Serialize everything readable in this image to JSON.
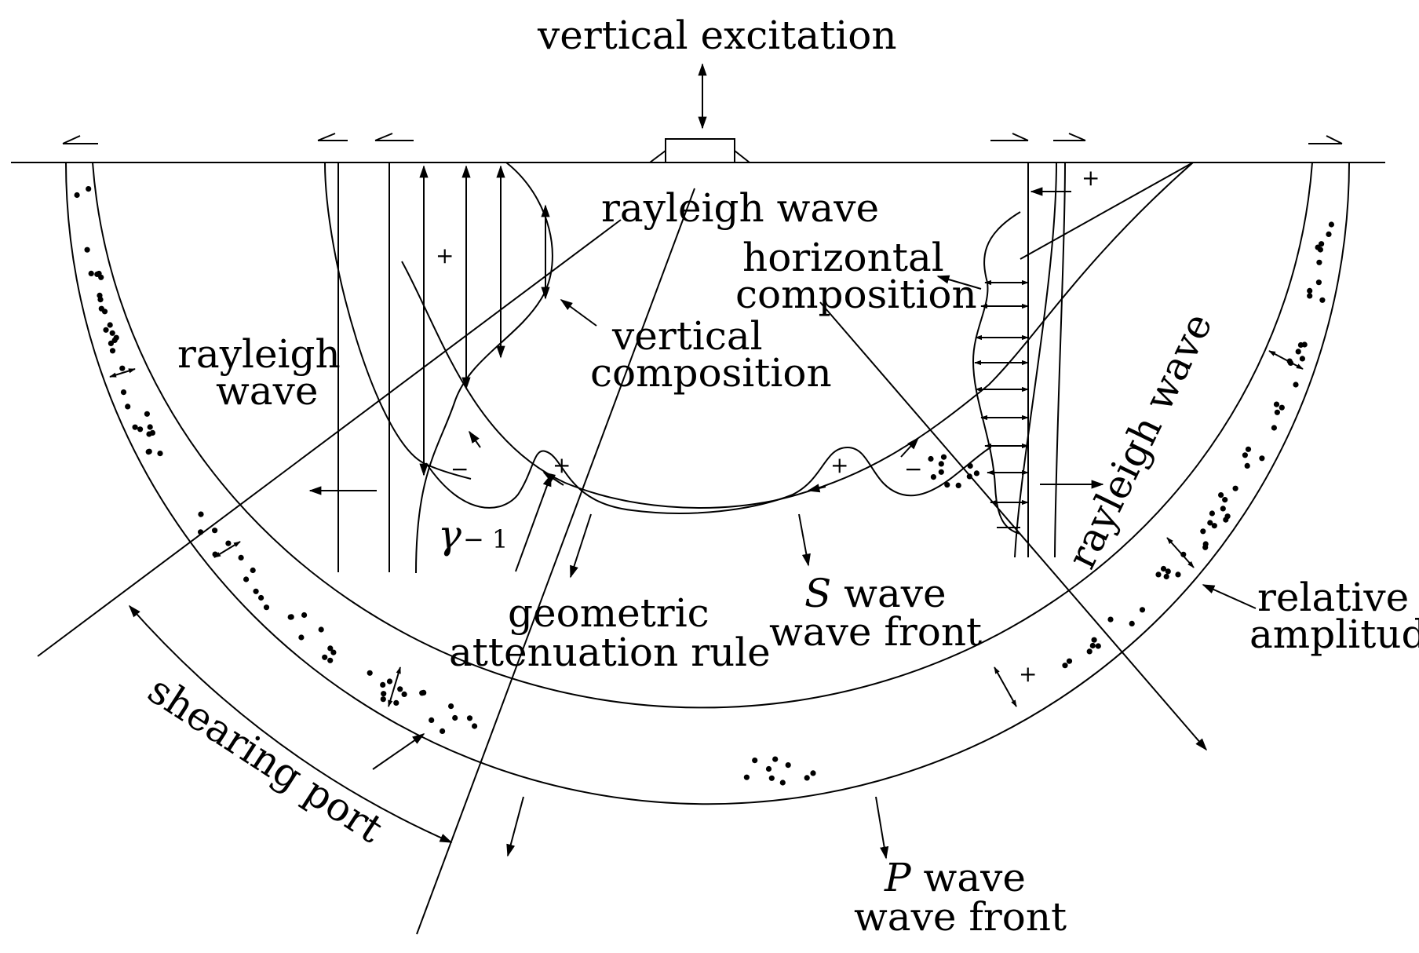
{
  "labels": {
    "vertical_excitation": "vertical excitation",
    "rayleigh_wave_top": "rayleigh wave",
    "horizontal_composition": [
      "horizontal",
      "composition"
    ],
    "vertical_composition": [
      "vertical",
      "composition"
    ],
    "rayleigh_wave_left": [
      "rayleigh",
      "wave"
    ],
    "rayleigh_wave_right": "rayleigh wave",
    "gamma_ratio": {
      "symbol": "γ",
      "suffix": "− 1"
    },
    "geometric_attenuation": [
      "geometric",
      "attenuation rule"
    ],
    "s_wave_front": {
      "letter": "S",
      "rest": " wave",
      "line2": "wave front"
    },
    "relative_amplitude": [
      "relative",
      "amplitude"
    ],
    "shearing_port": "shearing port",
    "p_wave_front": {
      "letter": "P",
      "rest": " wave",
      "line2": "wave front"
    },
    "signs": {
      "plus": "+",
      "minus": "−"
    }
  },
  "colors": {
    "ink": "#000000",
    "background": "#ffffff"
  }
}
